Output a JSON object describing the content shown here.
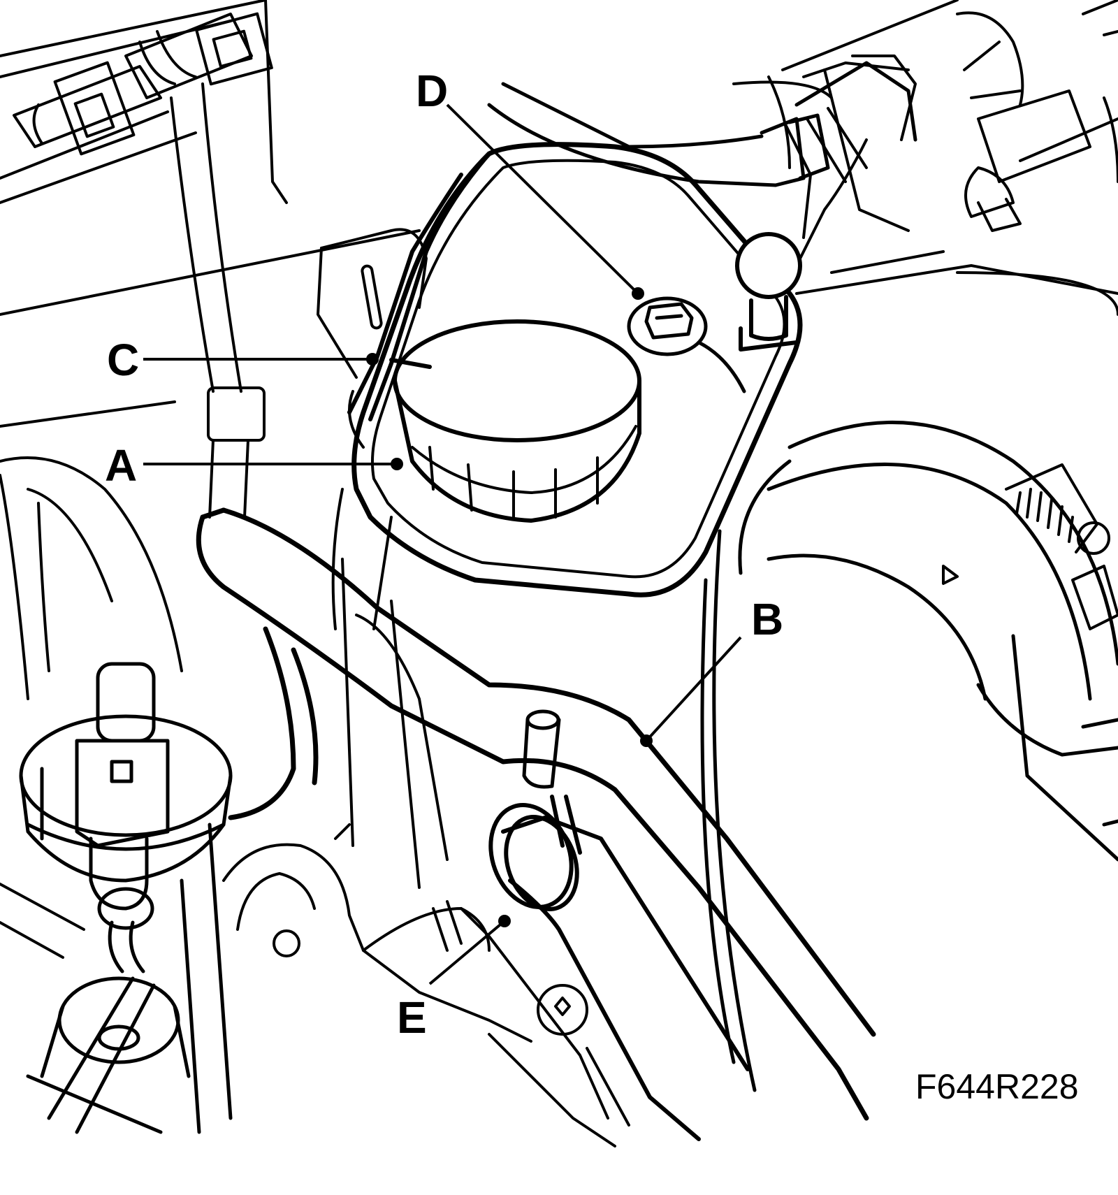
{
  "figure_id": "F644R228",
  "callouts": {
    "a": "A",
    "b": "B",
    "c": "C",
    "d": "D",
    "e": "E"
  },
  "colors": {
    "ink": "#000000",
    "background": "#ffffff"
  }
}
